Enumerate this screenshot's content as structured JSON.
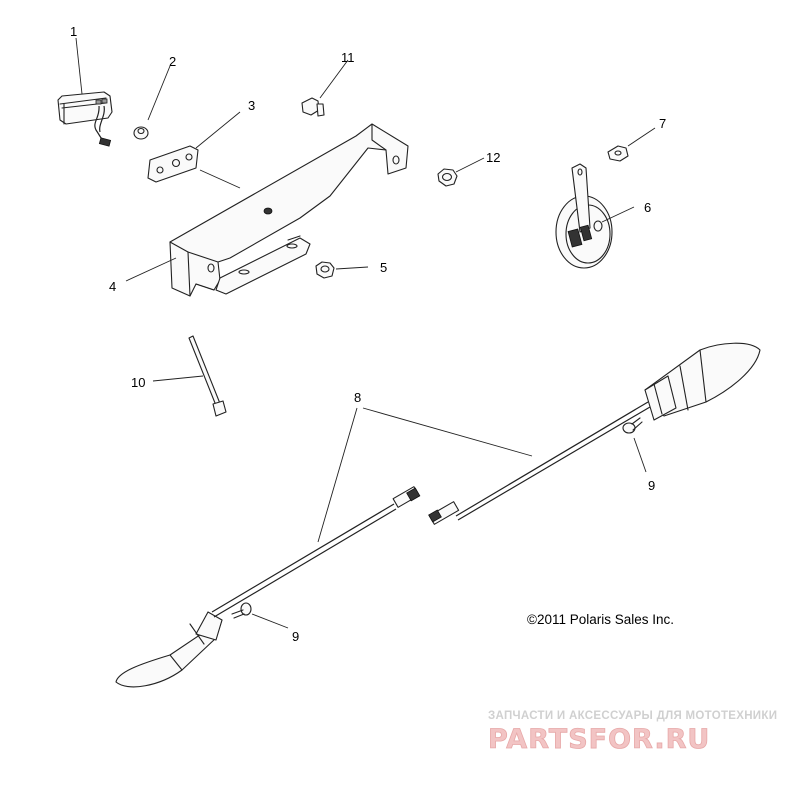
{
  "callouts": {
    "c1": "1",
    "c2": "2",
    "c3": "3",
    "c4": "4",
    "c5": "5",
    "c6": "6",
    "c7": "7",
    "c8": "8",
    "c9a": "9",
    "c9b": "9",
    "c10": "10",
    "c11": "11",
    "c12": "12"
  },
  "copyright": "©2011 Polaris Sales Inc.",
  "watermark": {
    "tagline": "ЗАПЧАСТИ И АКСЕССУАРЫ ДЛЯ МОТОТЕХНИКИ",
    "logo": "PARTSFOR.RU"
  },
  "colors": {
    "line": "#222222",
    "watermark_logo": "#f2c4c4",
    "watermark_text": "#d0d0d0"
  }
}
